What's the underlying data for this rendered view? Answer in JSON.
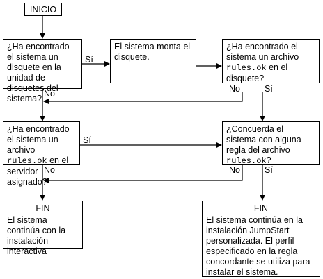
{
  "nodes": {
    "start": {
      "text": "INICIO"
    },
    "q_floppy": {
      "text": "¿Ha encontrado el sistema un disquete en la unidad de disquetes del sistema?"
    },
    "mount": {
      "text": "El sistema monta el disquete."
    },
    "q_rules_floppy": {
      "pre": "¿Ha encontrado el sistema un archivo",
      "code": "rules.ok",
      "post": "en el disquete?"
    },
    "q_rules_server": {
      "pre": "¿Ha encontrado el sistema un archivo",
      "code": "rules.ok",
      "post": "en el servidor asignado?"
    },
    "q_match": {
      "pre": "¿Concuerda el sistema con alguna regla del archivo",
      "code": "rules.ok",
      "post": "?"
    },
    "end_interactive": {
      "title": "FIN",
      "text": "El sistema continúa con la instalación interactiva"
    },
    "end_jumpstart": {
      "title": "FIN",
      "text": "El sistema continúa en la instalación JumpStart personalizada. El perfil especificado en la regla concordante se utiliza para instalar el sistema."
    }
  },
  "labels": {
    "yes": "Sí",
    "no": "No"
  }
}
